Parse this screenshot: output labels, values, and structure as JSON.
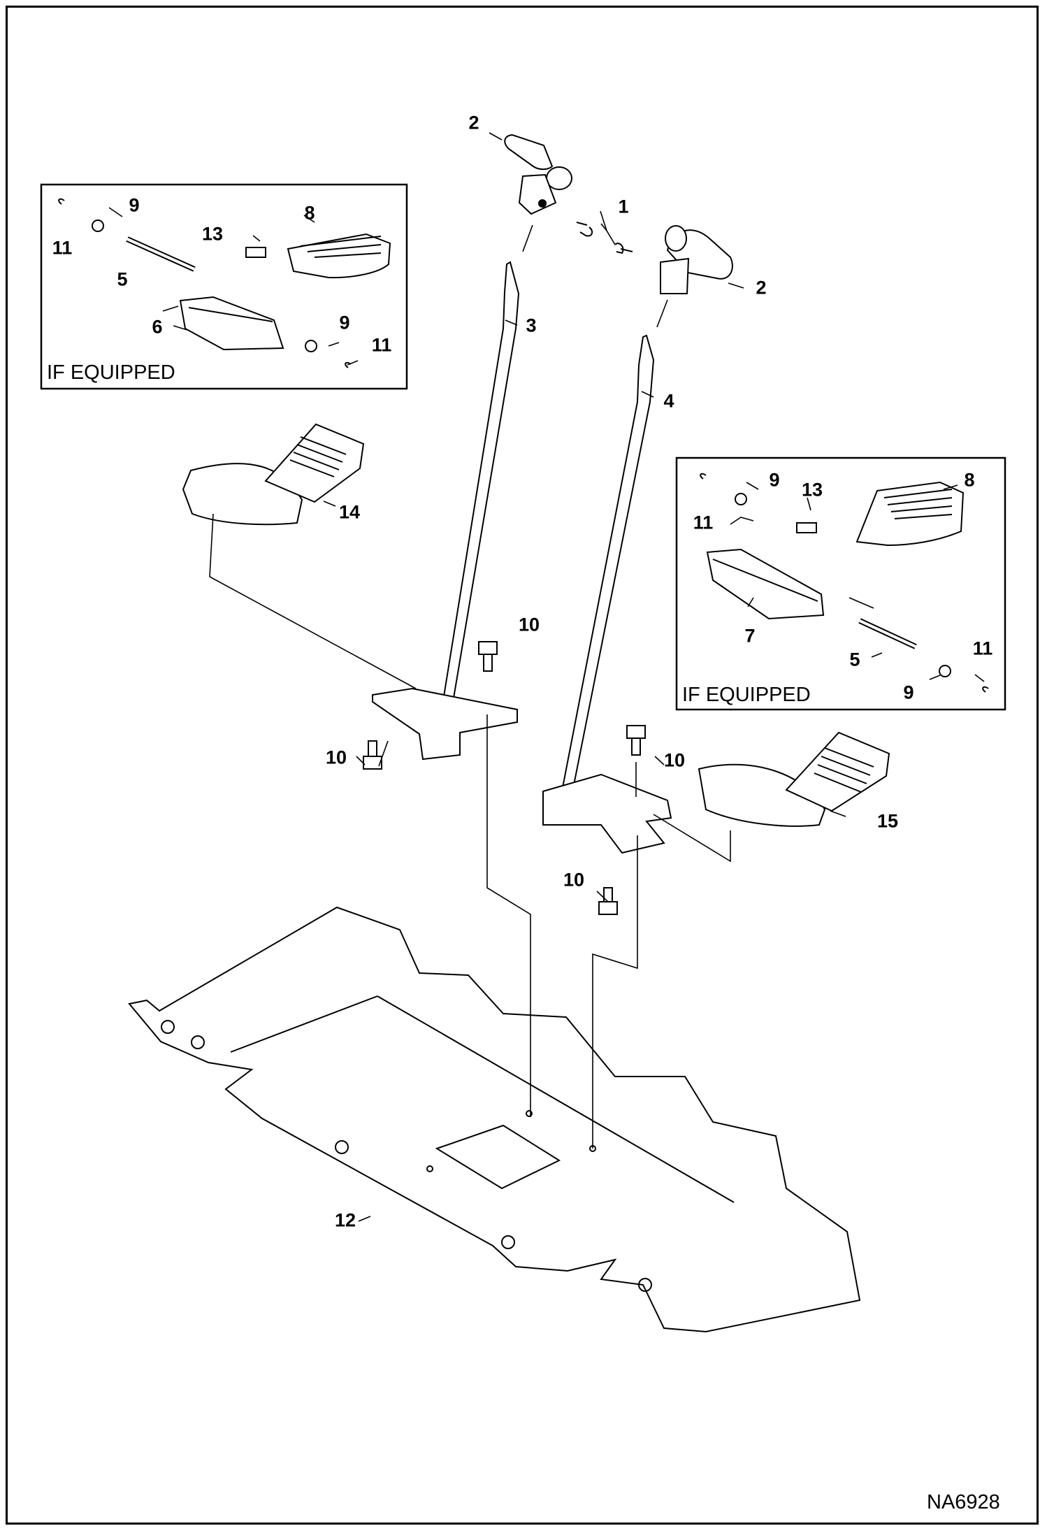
{
  "diagram": {
    "document_id": "NA6928",
    "inset_label": "IF EQUIPPED",
    "callouts": {
      "c1": "1",
      "c2": "2",
      "c3": "3",
      "c4": "4",
      "c5": "5",
      "c6": "6",
      "c7": "7",
      "c8": "8",
      "c9": "9",
      "c10": "10",
      "c11": "11",
      "c12": "12",
      "c13": "13",
      "c14": "14",
      "c15": "15"
    }
  }
}
